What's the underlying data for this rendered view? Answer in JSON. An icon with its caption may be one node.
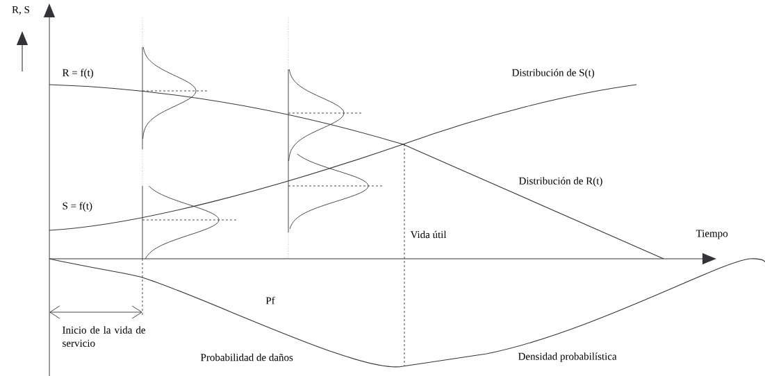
{
  "diagram": {
    "labels": [
      "R, S",
      "R = f(t)",
      "Distribución de S(t)",
      "S = f(t)",
      "Distribución de R(t)",
      "Vida útil",
      "Tiempo",
      "Pf",
      "Inicio de la vida de servicio",
      "Probabilidad de daños",
      "Densidad probabilística"
    ]
  }
}
